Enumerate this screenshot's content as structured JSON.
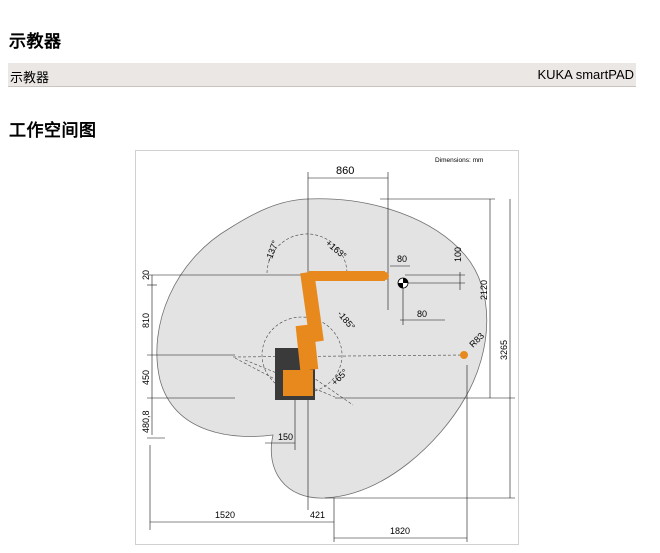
{
  "sections": {
    "teach_pendant_title": "示教器",
    "workspace_title": "工作空间图"
  },
  "spec_table": {
    "key": "示教器",
    "value": "KUKA smartPAD"
  },
  "diagram": {
    "units_note": "Dimensions: mm",
    "dims": {
      "top_width": "860",
      "d80_top": "80",
      "d100": "100",
      "d80_mid": "80",
      "d20": "20",
      "d810": "810",
      "d450": "450",
      "d480_8": "480,8",
      "d150": "150",
      "d1520": "1520",
      "d421": "421",
      "d1820": "1820",
      "d2120": "2120",
      "d3265": "3265",
      "r83": "R83"
    },
    "angles": {
      "a_minus137": "-137°",
      "a_plus163": "+163°",
      "a_minus185": "-185°",
      "a_plus65": "+65°"
    },
    "colors": {
      "robot": "#e8891e",
      "envelope": "#e3e3e3",
      "base": "#3a3a3a"
    }
  }
}
